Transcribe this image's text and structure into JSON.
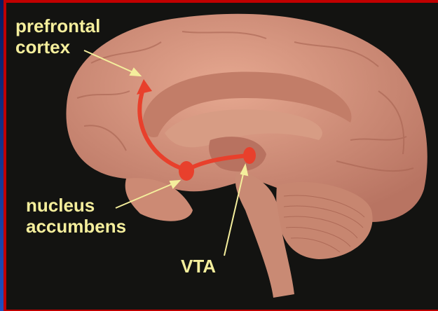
{
  "labels": {
    "prefrontal_cortex": [
      "prefrontal",
      "cortex"
    ],
    "nucleus_accumbens": [
      "nucleus",
      "accumbens"
    ],
    "vta": "VTA"
  },
  "colors": {
    "label": "#f4ee9c",
    "pathway": "#e8402c",
    "brain": "#d9957d",
    "frame": "#c00000"
  }
}
